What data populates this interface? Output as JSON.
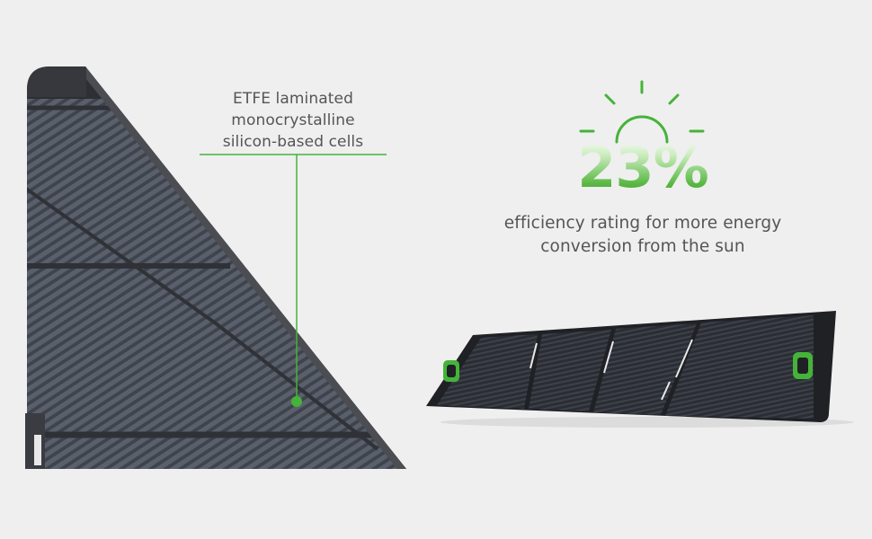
{
  "callout": {
    "lines": [
      "ETFE laminated",
      "monocrystalline",
      "silicon-based cells"
    ]
  },
  "stat": {
    "value": "23%",
    "description_lines": [
      "efficiency rating for more energy",
      "conversion from the sun"
    ]
  },
  "colors": {
    "background": "#efefef",
    "accent_green": "#45b33a",
    "panel_cells": "#3a3e47",
    "panel_frame": "#2c2d30",
    "text_gray": "#555555"
  },
  "icons": [
    "sun-icon",
    "leader-dot-icon"
  ]
}
